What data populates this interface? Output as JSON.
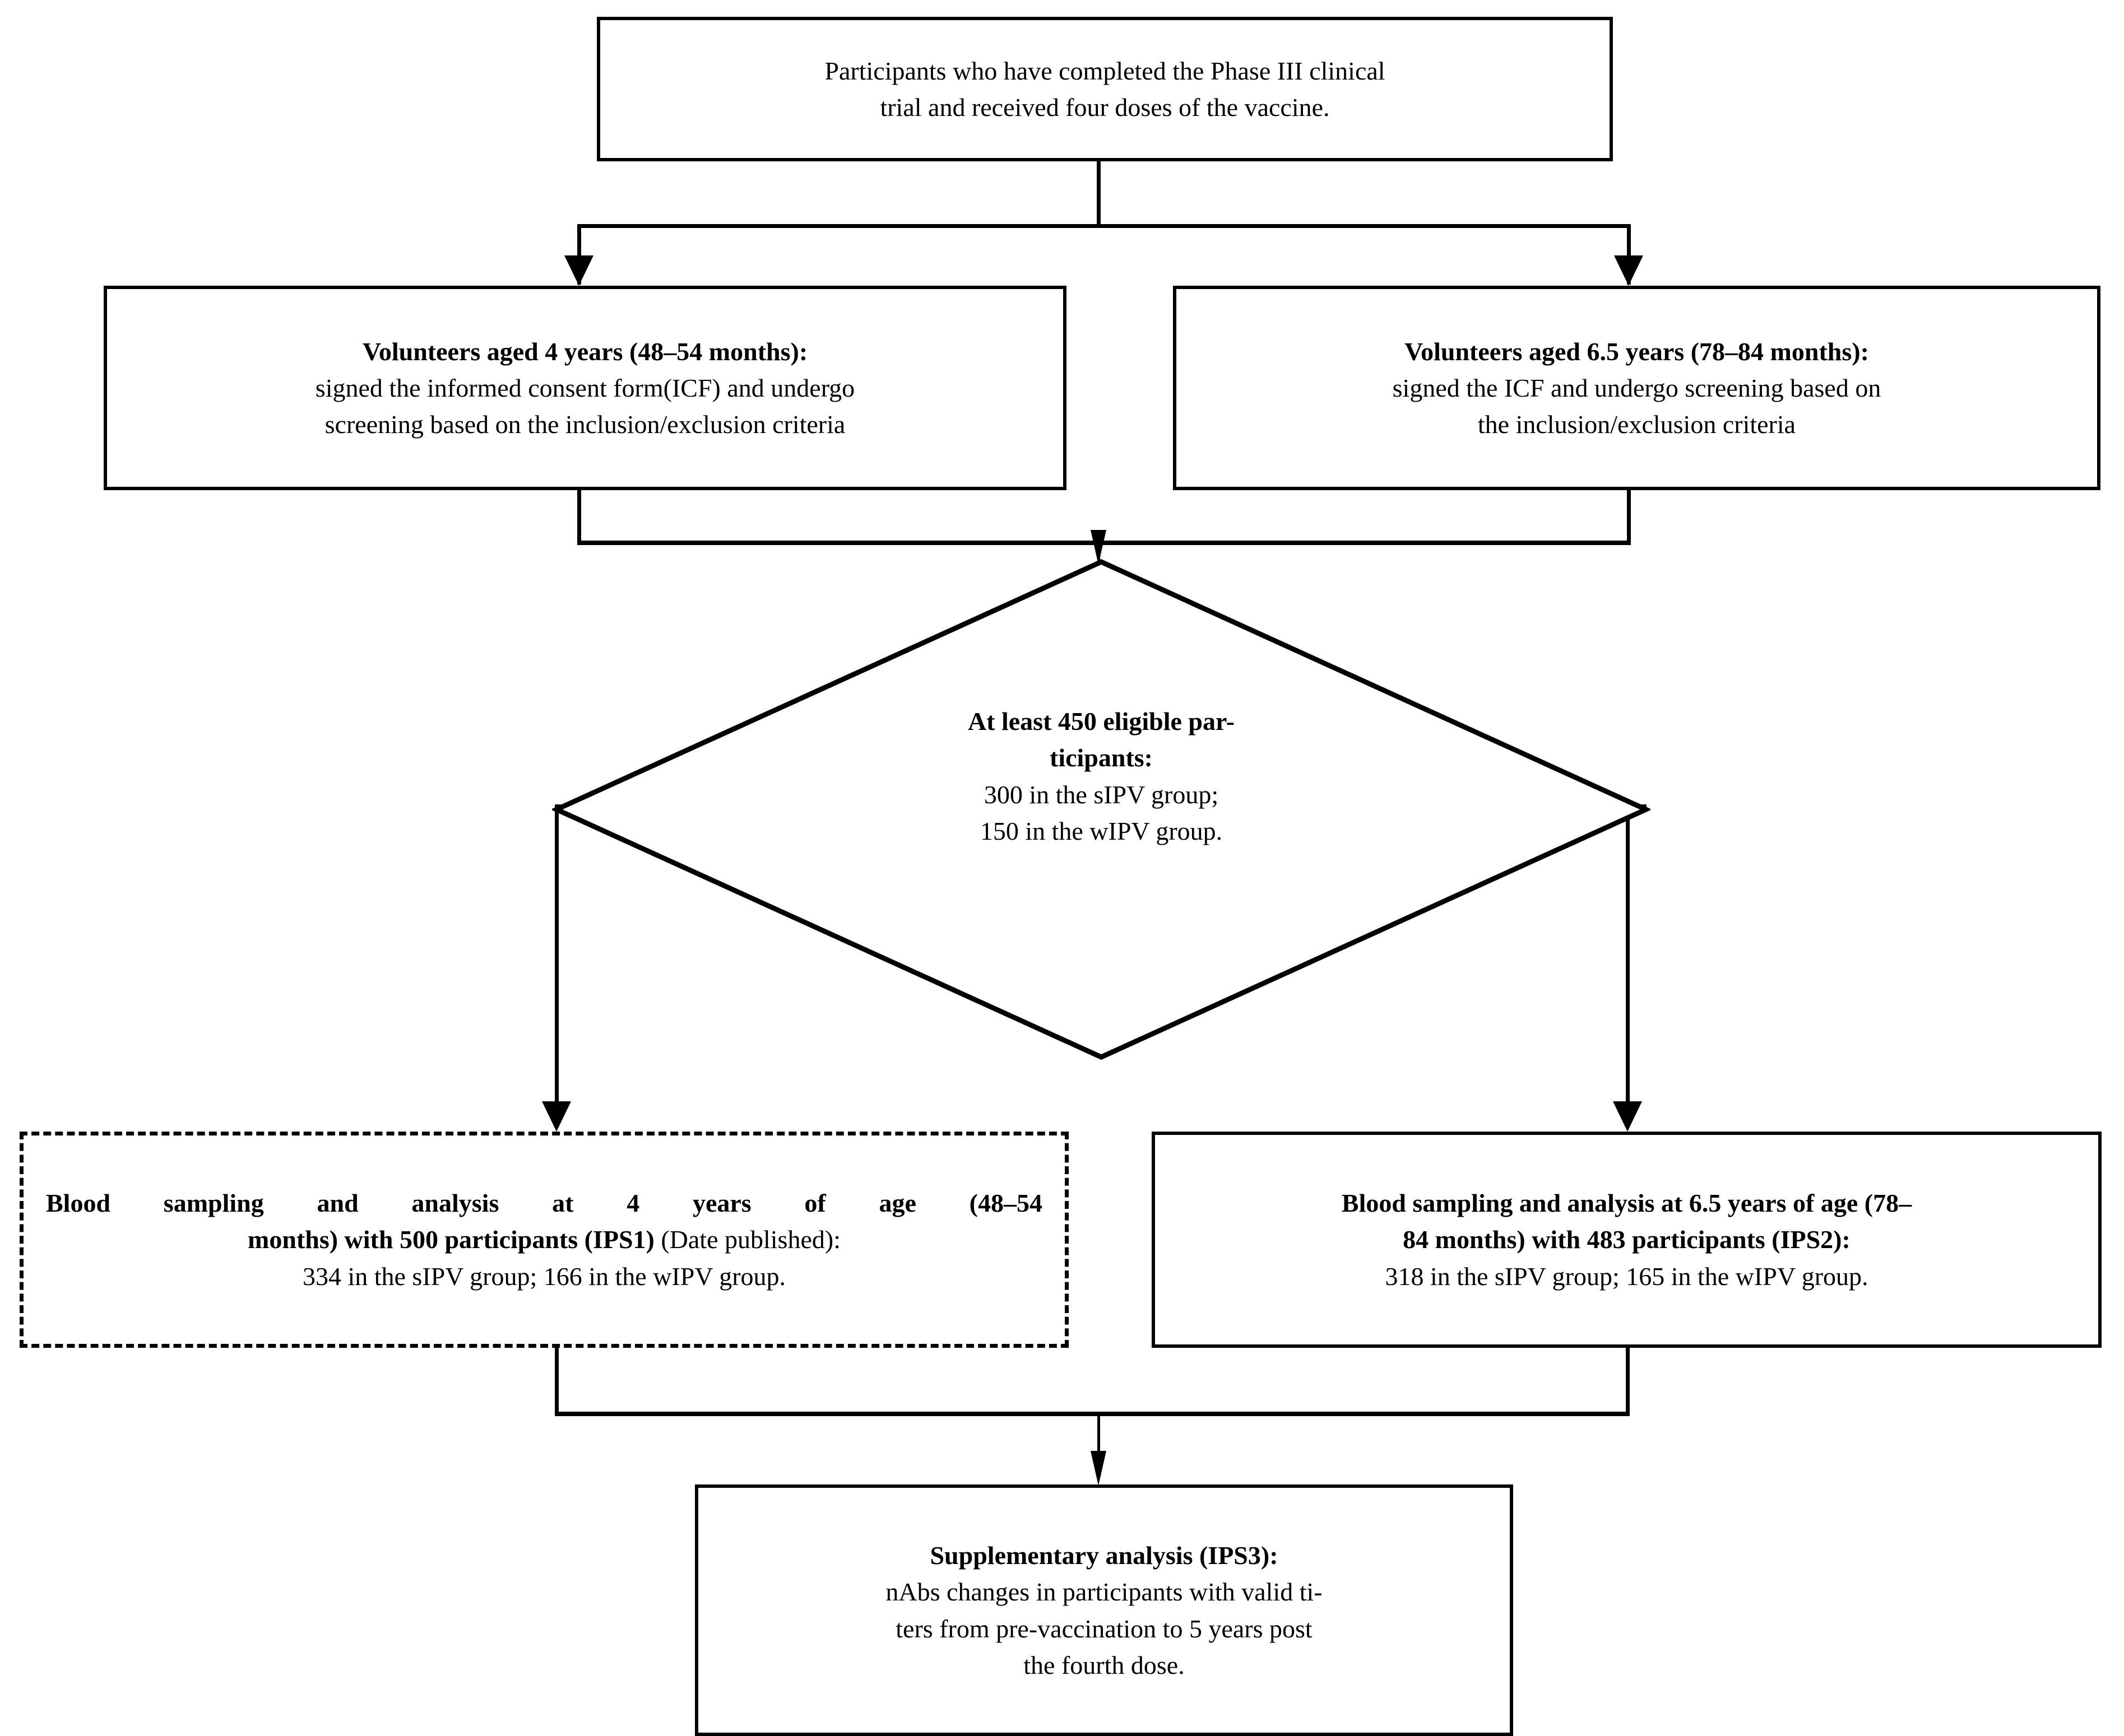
{
  "diagram": {
    "title": "Study participant flow diagram",
    "stroke_color": "#000000",
    "background_color": "#ffffff",
    "nodes": {
      "source": {
        "shape": "rectangle",
        "border": "solid",
        "line1": "Participants who have completed the Phase III clinical",
        "line2": "trial and received four doses of the vaccine."
      },
      "cohort_4y": {
        "shape": "rectangle",
        "border": "solid",
        "heading": "Volunteers aged 4 years (48–54 months):",
        "line1": "signed the informed consent form(ICF) and undergo",
        "line2": "screening based on the inclusion/exclusion criteria"
      },
      "cohort_65y": {
        "shape": "rectangle",
        "border": "solid",
        "heading": "Volunteers aged 6.5 years (78–84 months):",
        "line1": "signed the ICF and undergo screening based on",
        "line2": "the inclusion/exclusion criteria"
      },
      "eligibility": {
        "shape": "diamond",
        "border": "solid",
        "heading1": "At least 450 eligible par-",
        "heading2": "ticipants:",
        "line1": "300 in the sIPV group;",
        "line2": "150 in the wIPV group."
      },
      "ips1": {
        "shape": "rectangle",
        "border": "dotted",
        "line1": "Blood sampling and analysis at 4 years of age (48–54",
        "line2_bold": "months) with 500 participants (IPS1)",
        "line2_rest": " (Date published):",
        "line3": "334 in the sIPV group; 166 in the wIPV group."
      },
      "ips2": {
        "shape": "rectangle",
        "border": "solid",
        "line1": "Blood sampling and analysis at 6.5 years of age (78–",
        "line2": "84 months) with 483 participants (IPS2):",
        "line3": "318 in the sIPV group; 165 in the wIPV group."
      },
      "ips3": {
        "shape": "rectangle",
        "border": "solid",
        "heading": "Supplementary analysis (IPS3):",
        "line1": "nAbs changes in participants with valid ti-",
        "line2": "ters from pre-vaccination to 5 years post",
        "line3": "the fourth dose."
      }
    },
    "connectors": [
      {
        "from": "source",
        "to": "cohort_4y",
        "style": "elbow-split-arrow"
      },
      {
        "from": "source",
        "to": "cohort_65y",
        "style": "elbow-split-arrow"
      },
      {
        "from": "cohort_4y",
        "to": "eligibility",
        "style": "elbow-merge-arrow"
      },
      {
        "from": "cohort_65y",
        "to": "eligibility",
        "style": "elbow-merge-arrow"
      },
      {
        "from": "eligibility",
        "to": "ips1",
        "style": "elbow-side-arrow"
      },
      {
        "from": "eligibility",
        "to": "ips2",
        "style": "elbow-side-arrow"
      },
      {
        "from": "ips1",
        "to": "ips3",
        "style": "elbow-merge-arrow"
      },
      {
        "from": "ips2",
        "to": "ips3",
        "style": "elbow-merge-arrow"
      }
    ]
  }
}
